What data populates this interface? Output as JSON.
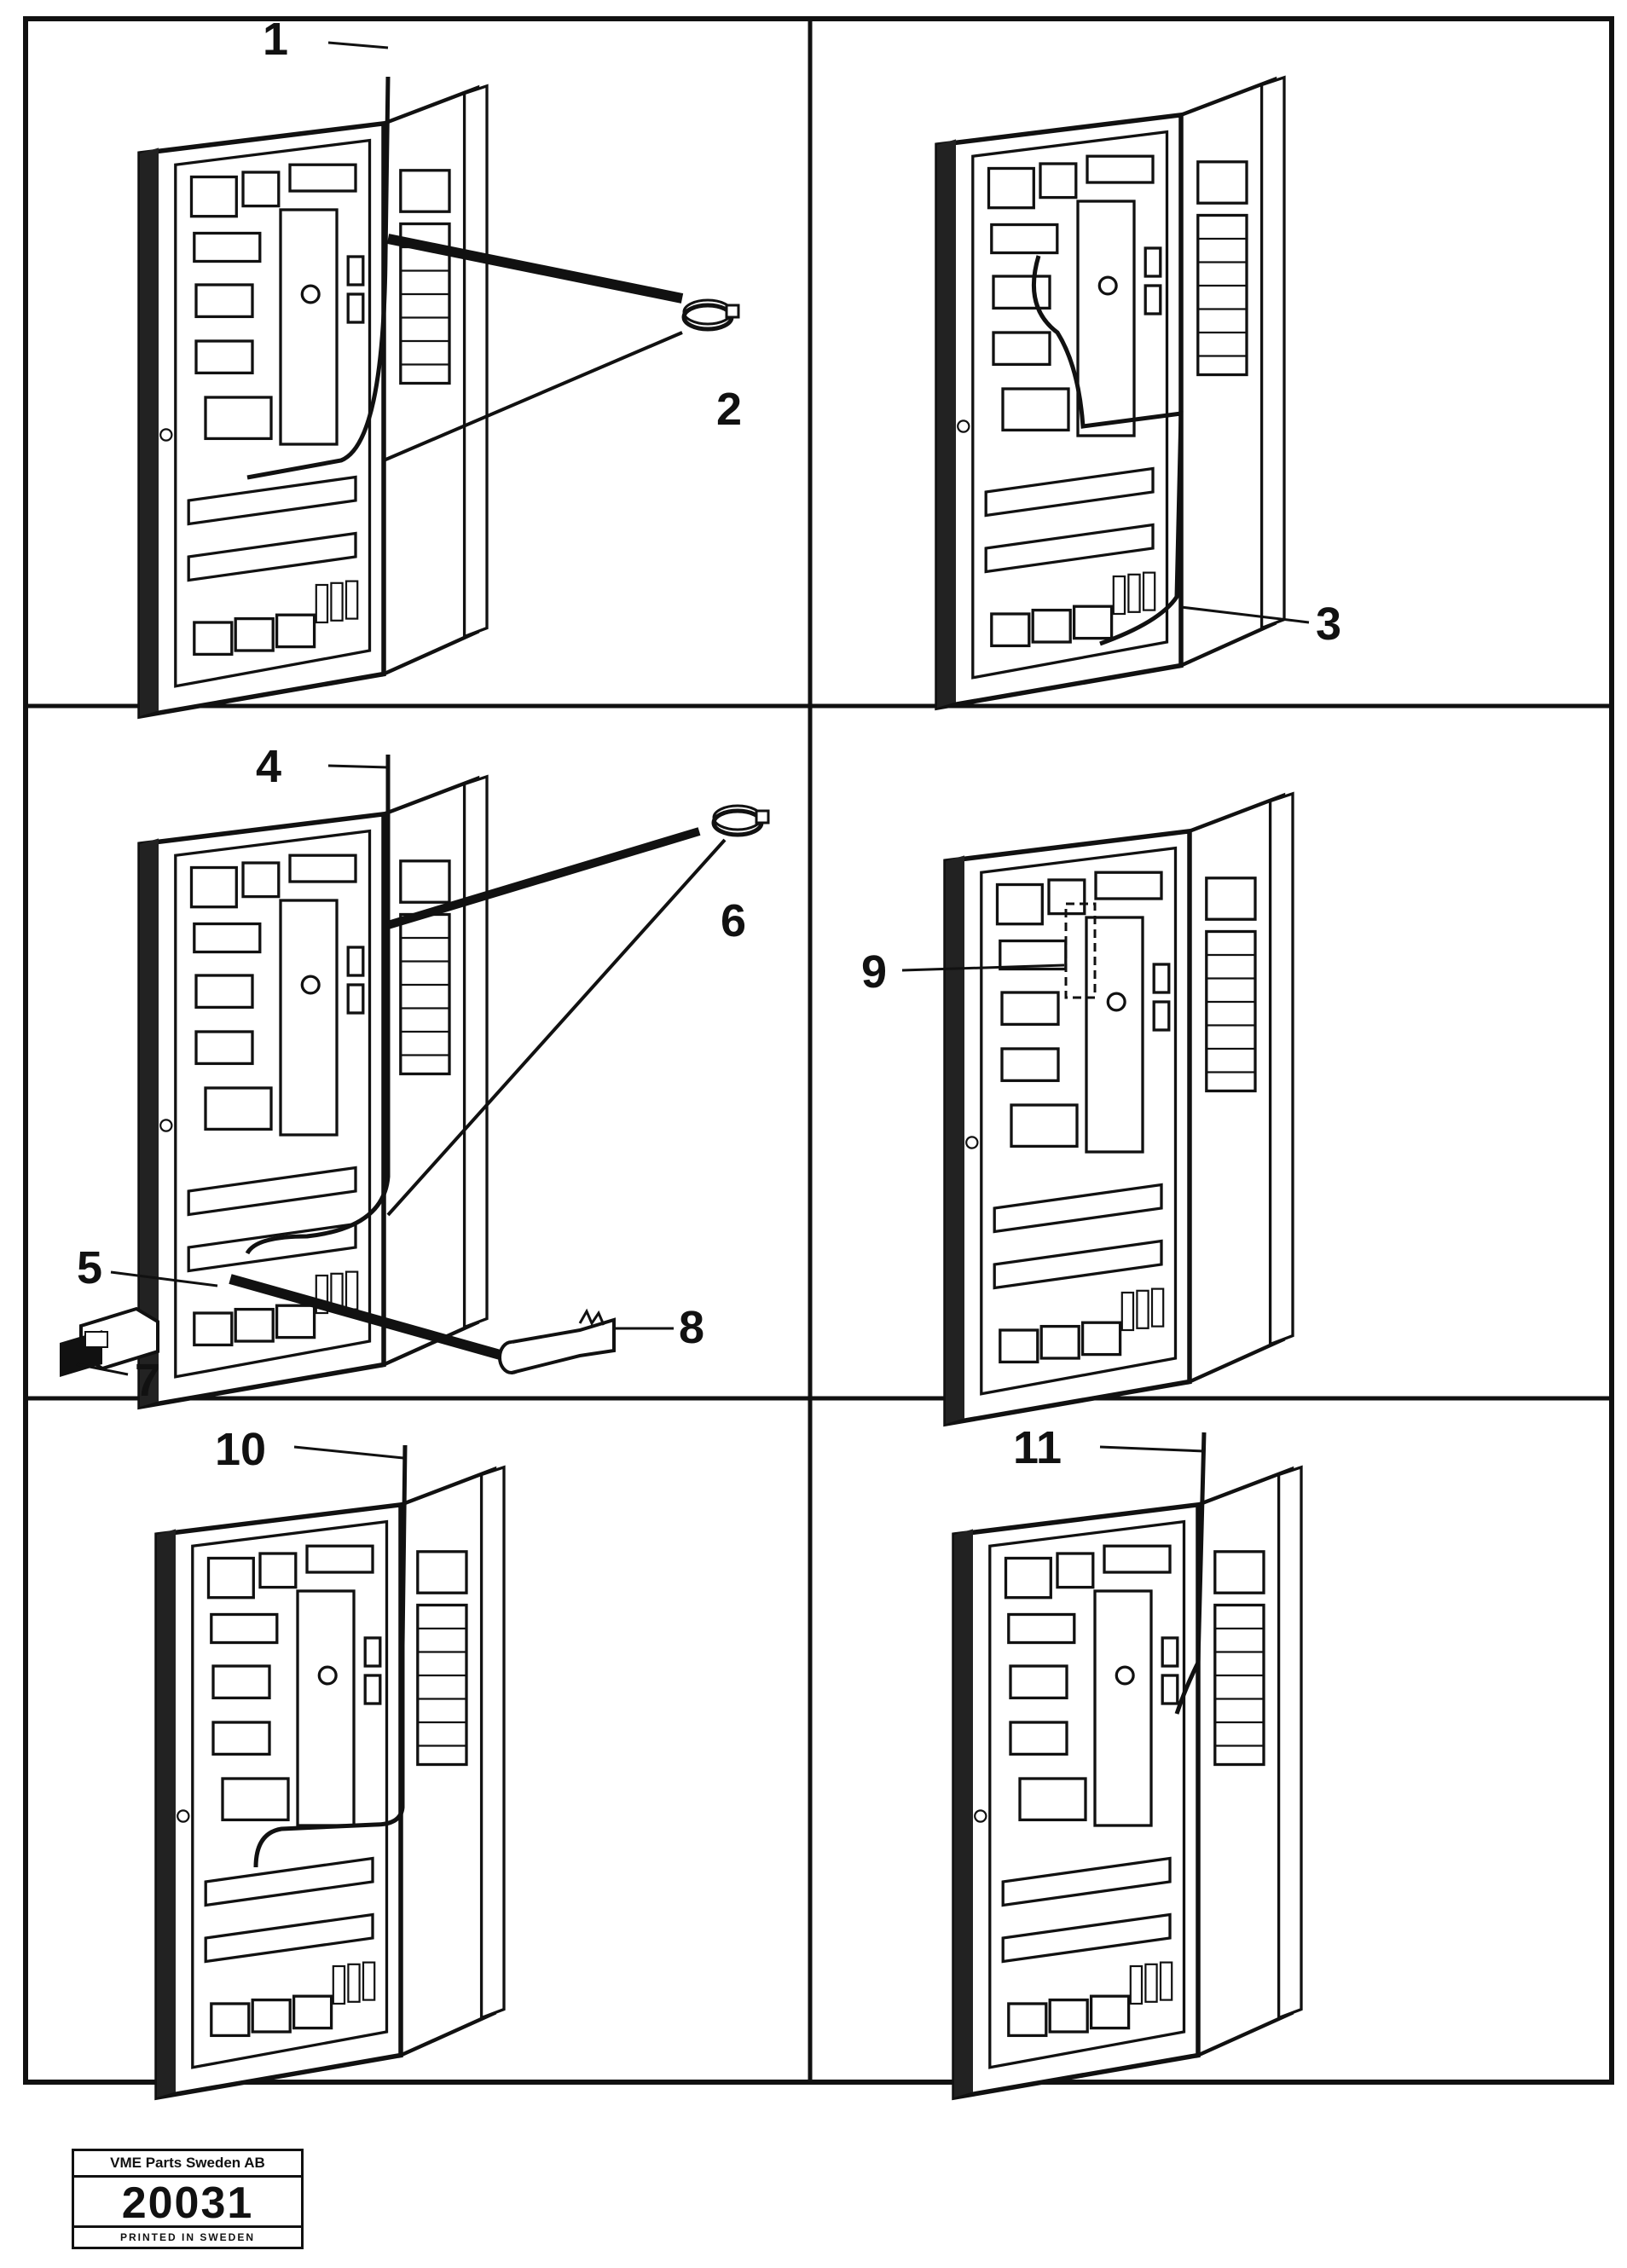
{
  "figure": {
    "panels": [
      {
        "name": "panel-1",
        "callouts": [
          "1",
          "2"
        ]
      },
      {
        "name": "panel-2",
        "callouts": [
          "3"
        ]
      },
      {
        "name": "panel-3",
        "callouts": [
          "4",
          "5",
          "6",
          "7",
          "8"
        ]
      },
      {
        "name": "panel-4",
        "callouts": [
          "9"
        ]
      },
      {
        "name": "panel-5",
        "callouts": [
          "10"
        ]
      },
      {
        "name": "panel-6",
        "callouts": [
          "11"
        ]
      }
    ]
  },
  "stamp": {
    "company": "VME Parts Sweden AB",
    "number": "20031",
    "printed": "PRINTED IN SWEDEN"
  },
  "colors": {
    "ink": "#111111",
    "paper": "#ffffff"
  }
}
